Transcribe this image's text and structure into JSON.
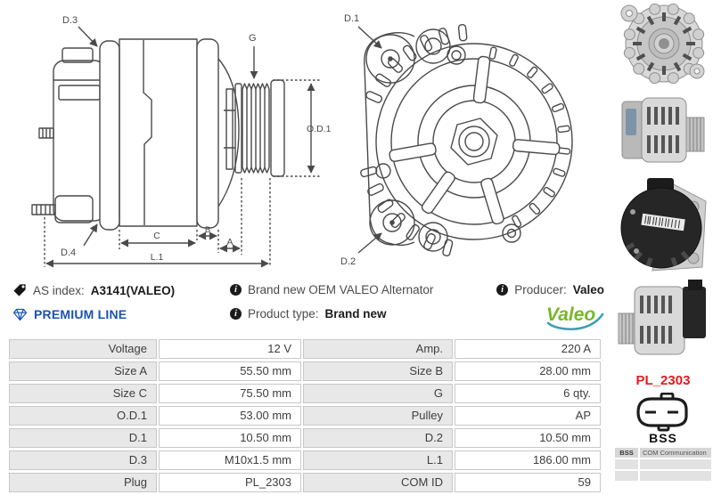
{
  "colors": {
    "premium_blue": "#1a53b0",
    "plug_red": "#e8191c",
    "valeo_green": "#77b82a",
    "swoosh_teal": "#3aa0b4",
    "table_label_bg": "#e8e8e8",
    "table_border": "#c8c8c8"
  },
  "icons": {
    "info_glyph": "i"
  },
  "diagram_side": {
    "labels": {
      "d3": "D.3",
      "g": "G",
      "od1": "O.D.1",
      "d4": "D.4",
      "c": "C",
      "b": "B",
      "a": "A",
      "l1": "L.1"
    }
  },
  "diagram_front": {
    "labels": {
      "d1": "D.1",
      "d2": "D.2"
    }
  },
  "info": {
    "as_index": {
      "label": "AS index:",
      "value": "A3141(VALEO)"
    },
    "premium_line": "PREMIUM LINE",
    "oem_text": "Brand new OEM VALEO Alternator",
    "product_type": {
      "label": "Product type:",
      "value": "Brand new"
    },
    "producer": {
      "label": "Producer:",
      "value": "Valeo"
    },
    "brand_logo": "Valeo"
  },
  "sidebar": {
    "plug_code": "PL_2303",
    "connector_label": "BSS",
    "com_table": {
      "rows": [
        {
          "key": "BSS",
          "value": "COM Communication"
        },
        {
          "key": "",
          "value": ""
        },
        {
          "key": "",
          "value": ""
        }
      ]
    }
  },
  "spec_table": {
    "rows": [
      {
        "l1": "Voltage",
        "v1": "12 V",
        "l2": "Amp.",
        "v2": "220 A"
      },
      {
        "l1": "Size A",
        "v1": "55.50 mm",
        "l2": "Size B",
        "v2": "28.00 mm"
      },
      {
        "l1": "Size C",
        "v1": "75.50 mm",
        "l2": "G",
        "v2": "6 qty."
      },
      {
        "l1": "O.D.1",
        "v1": "53.00 mm",
        "l2": "Pulley",
        "v2": "AP"
      },
      {
        "l1": "D.1",
        "v1": "10.50 mm",
        "l2": "D.2",
        "v2": "10.50 mm"
      },
      {
        "l1": "D.3",
        "v1": "M10x1.5 mm",
        "l2": "L.1",
        "v2": "186.00 mm"
      },
      {
        "l1": "Plug",
        "v1": "PL_2303",
        "l2": "COM ID",
        "v2": "59"
      }
    ]
  }
}
